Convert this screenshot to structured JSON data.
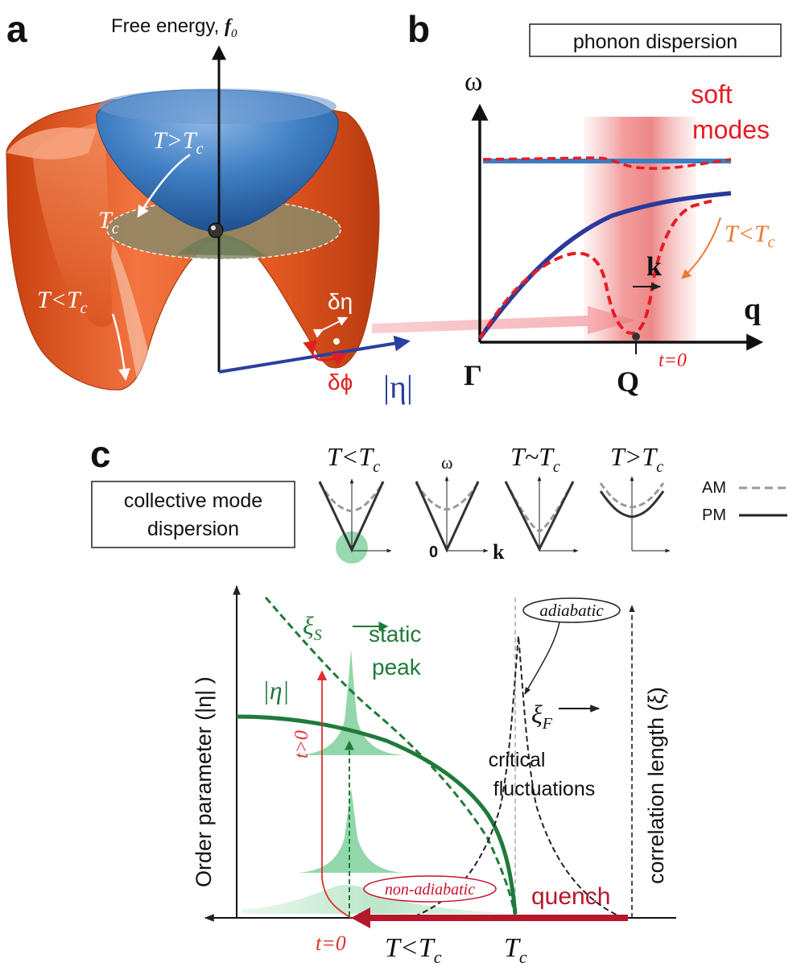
{
  "panel_a": {
    "letter": "a",
    "axis_title_prefix": "Free energy,",
    "axis_title_symbol": "f",
    "axis_title_sub": "0",
    "label_above": "T>T",
    "label_tc": "T",
    "label_below": "T<T",
    "subscript_c": "c",
    "delta_eta": "δη",
    "delta_phi": "δϕ",
    "order_param": "|η|",
    "colors": {
      "upper_bowl": "#2f6fb3",
      "lower_bowl": "#e0521f",
      "axis_eta": "#2a3fa0",
      "delta_phi": "#e02020"
    }
  },
  "panel_b": {
    "letter": "b",
    "box_title": "phonon dispersion",
    "y_axis": "ω",
    "x_axis": "q",
    "soft_modes": [
      "soft",
      "modes"
    ],
    "label_low_t": "T<T",
    "subscript_c": "c",
    "k_label": "k",
    "gamma": "Γ",
    "q_point": "Q",
    "t_zero": "t=0",
    "colors": {
      "optical": "#3a7fc4",
      "acoustic": "#2a3a9a",
      "soft_dashed": "#e81b23",
      "low_t": "#f07830"
    }
  },
  "panel_c": {
    "letter": "c",
    "box_title": [
      "collective mode",
      "dispersion"
    ],
    "insets": [
      {
        "title": "T<T",
        "sub": "c"
      },
      {
        "title": "",
        "sub": ""
      },
      {
        "title": "T~T",
        "sub": "c"
      },
      {
        "title": "T>T",
        "sub": "c"
      }
    ],
    "inset_omega": "ω",
    "inset_zero": "0",
    "inset_k": "k",
    "legend": [
      {
        "label": "AM",
        "style": "dashed",
        "color": "#9a9a9a"
      },
      {
        "label": "PM",
        "style": "solid",
        "color": "#222222"
      }
    ],
    "y_left": "Order parameter (|η| )",
    "y_right": "correlation length (ξ)",
    "xi_s": "ξ",
    "xi_s_sub": "S",
    "static_peak": [
      "static",
      "peak"
    ],
    "eta_label": "|η|",
    "t_greater": "t>0",
    "adiabatic": "adiabatic",
    "xi_f": "ξ",
    "xi_f_sub": "F",
    "critical": [
      "critical",
      "fluctuations"
    ],
    "non_adiabatic": "non-adiabatic",
    "quench": "quench",
    "t_zero": "t=0",
    "x_low": "T<T",
    "x_tc": "T",
    "subscript_c": "c",
    "colors": {
      "green": "#1f7a3a",
      "green_fill": "#6cc98d",
      "red": "#c8102e",
      "quench": "#b5172c"
    }
  }
}
